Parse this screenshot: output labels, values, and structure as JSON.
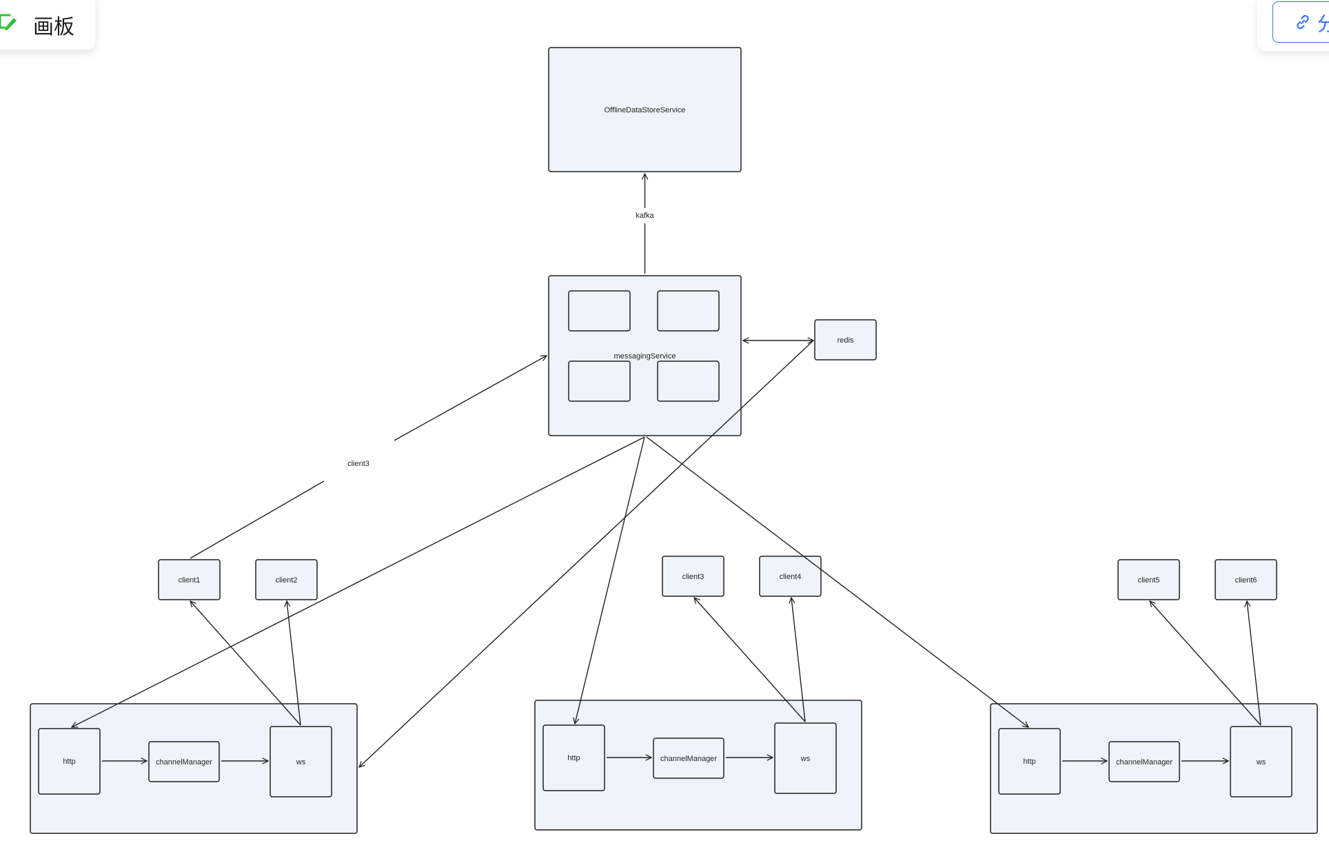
{
  "header": {
    "title": "画板",
    "share_label": "分享"
  },
  "colors": {
    "node_fill": "#eff3fb",
    "stroke": "#1f1f1f",
    "accent": "#3370ff",
    "logo_green": "#2fbf3a"
  },
  "icons": {
    "logo": "whiteboard-pencil-icon",
    "share": "link-icon"
  },
  "diagram": {
    "offline_store": "OfflineDataStoreService",
    "kafka_label": "kafka",
    "messaging": "messagingService",
    "redis": "redis",
    "client_edge_label": "client3",
    "left_group": {
      "client_a": "client1",
      "client_b": "client2",
      "http": "http",
      "channel": "channelManager",
      "ws": "ws"
    },
    "middle_group": {
      "client_a": "client3",
      "client_b": "client4",
      "http": "http",
      "channel": "channelManager",
      "ws": "ws"
    },
    "right_group": {
      "client_a": "client5",
      "client_b": "client6",
      "http": "http",
      "channel": "channelManager",
      "ws": "ws"
    }
  }
}
